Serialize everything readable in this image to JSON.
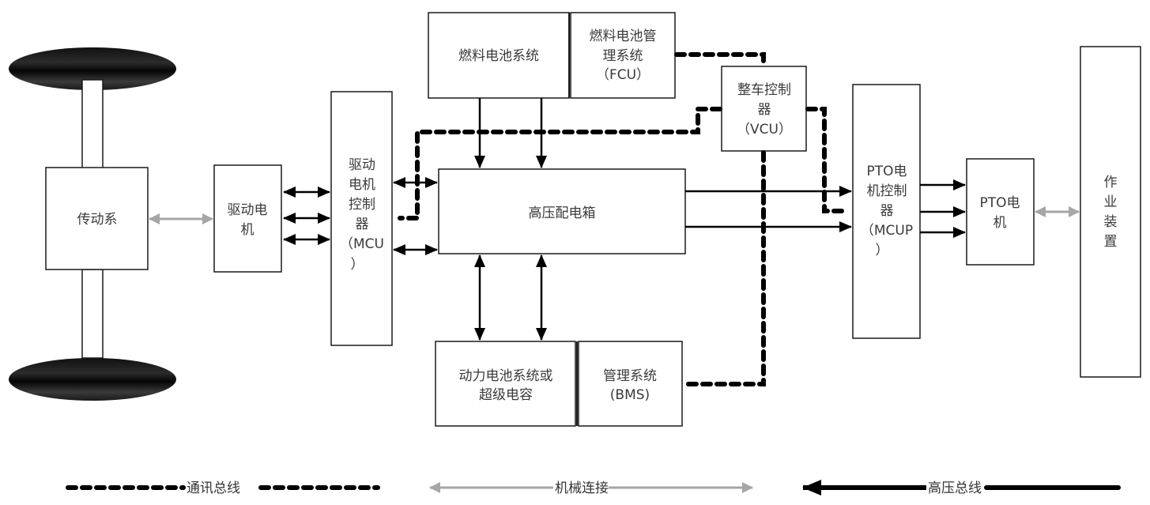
{
  "title": "Fuel cell vehicle powertrain system block diagram",
  "colors": {
    "comm_bus": "#000000",
    "mechanical": "#a6a6a6",
    "hv_bus": "#000000",
    "box_stroke": "#1a1a1a",
    "text": "#3a3a3a"
  },
  "nodes": {
    "transmission": {
      "lines": [
        "传动系"
      ]
    },
    "drive_motor": {
      "lines": [
        "驱动电",
        "机"
      ]
    },
    "mcu": {
      "lines": [
        "驱动",
        "电机",
        "控制",
        "器",
        "（MCU",
        "）"
      ]
    },
    "fuel_cell_system": {
      "lines": [
        "燃料电池系统"
      ]
    },
    "fcu": {
      "lines": [
        "燃料电池管",
        "理系统",
        "（FCU）"
      ]
    },
    "vcu": {
      "lines": [
        "整车控制",
        "器",
        "（VCU）"
      ]
    },
    "hv_distribution_box": {
      "lines": [
        "高压配电箱"
      ]
    },
    "power_battery": {
      "lines": [
        "动力电池系统或",
        "超级电容"
      ]
    },
    "bms": {
      "lines": [
        "管理系统",
        "(BMS)"
      ]
    },
    "mcup": {
      "lines": [
        "PTO电",
        "机控制",
        "器",
        "（MCUP",
        "）"
      ]
    },
    "pto_motor": {
      "lines": [
        "PTO电",
        "机"
      ]
    },
    "work_device": {
      "lines": [
        "作",
        "业",
        "装",
        "置"
      ]
    }
  },
  "legend": {
    "comm_bus": "通讯总线",
    "mechanical": "机械连接",
    "hv_bus": "高压总线"
  }
}
